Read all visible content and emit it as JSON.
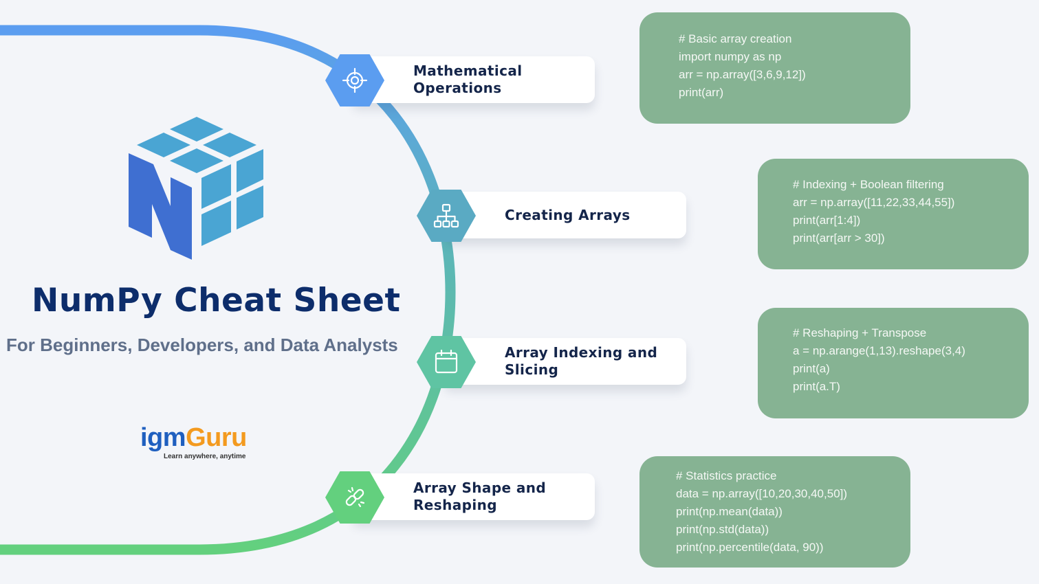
{
  "header": {
    "title": "NumPy Cheat Sheet",
    "subtitle": "For Beginners, Developers, and Data Analysts"
  },
  "brand": {
    "name_part1": "igm",
    "name_part2": "Guru",
    "tagline": "Learn anywhere, anytime"
  },
  "topics": [
    {
      "label_line1": "Mathematical",
      "label_line2": "Operations",
      "icon": "target-icon",
      "color": "#5b9df0"
    },
    {
      "label_line1": "Creating Arrays",
      "label_line2": "",
      "icon": "hierarchy-icon",
      "color": "#5aaac3"
    },
    {
      "label_line1": "Array Indexing and",
      "label_line2": "Slicing",
      "icon": "calendar-icon",
      "color": "#5fc4a3"
    },
    {
      "label_line1": "Array Shape and",
      "label_line2": "Reshaping",
      "icon": "link-icon",
      "color": "#63d07e"
    }
  ],
  "code_snippets": [
    {
      "lines": [
        "# Basic array creation",
        "import numpy as np",
        "arr = np.array([3,6,9,12])",
        "print(arr)"
      ]
    },
    {
      "lines": [
        "# Indexing + Boolean filtering",
        "arr = np.array([11,22,33,44,55])",
        "print(arr[1:4])",
        "print(arr[arr > 30])"
      ]
    },
    {
      "lines": [
        "# Reshaping + Transpose",
        "a = np.arange(1,13).reshape(3,4)",
        "print(a)",
        "print(a.T)"
      ]
    },
    {
      "lines": [
        "# Statistics practice",
        "data = np.array([10,20,30,40,50])",
        "print(np.mean(data))",
        "print(np.std(data))",
        "print(np.percentile(data, 90))"
      ]
    }
  ],
  "colors": {
    "title": "#0d2d6b",
    "code_box": "#86b393",
    "curve_start": "#5b9df0",
    "curve_end": "#63d07e",
    "cube_top": "#4aa5d3",
    "letter_n": "#3f6fd1"
  }
}
